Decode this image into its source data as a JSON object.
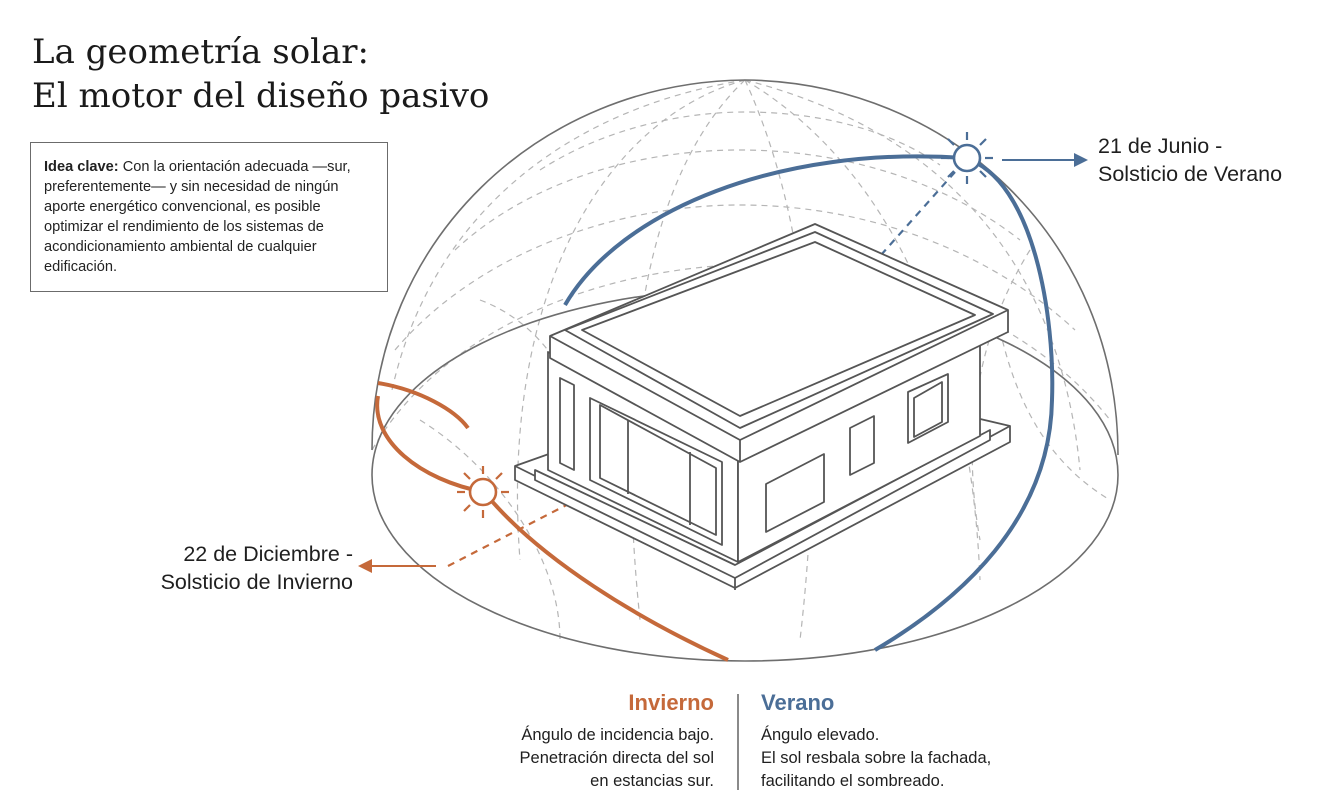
{
  "title": {
    "line1": "La geometría solar:",
    "line2": "El motor del diseño pasivo"
  },
  "idea": {
    "label": "Idea clave:",
    "text": " Con la orientación adecuada —sur, preferentemente— y sin necesidad de ningún aporte energético convencional, es posible optimizar el rendimiento de los sistemas de acondicionamiento ambiental de cualquier edificación."
  },
  "summer_label": {
    "line1": "21 de Junio -",
    "line2": "Solsticio de Verano"
  },
  "winter_label": {
    "line1": "22 de Diciembre -",
    "line2": "Solsticio de Invierno"
  },
  "winter_column": {
    "heading": "Invierno",
    "lines": [
      "Ángulo de incidencia bajo.",
      "Penetración directa del sol",
      "en estancias sur."
    ]
  },
  "summer_column": {
    "heading": "Verano",
    "lines": [
      "Ángulo elevado.",
      "El sol resbala sobre la fachada,",
      "facilitando el sombreado."
    ]
  },
  "colors": {
    "winter": "#c5693a",
    "summer": "#4b6e97",
    "dome_line": "#6e6e6e",
    "grid_dash": "#b5b5b5",
    "building": "#555555"
  },
  "icons": [
    "sun-summer-icon",
    "sun-winter-icon",
    "arrow-right-icon",
    "arrow-left-icon"
  ]
}
